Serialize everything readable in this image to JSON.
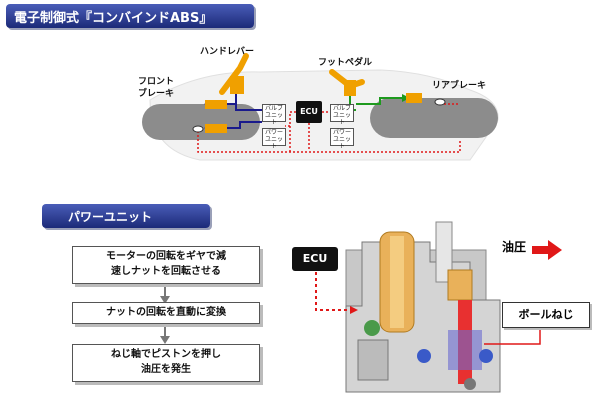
{
  "title": "電子制御式『コンバインドABS』",
  "diagram": {
    "hand_lever": "ハンドレバー",
    "foot_pedal": "フットペダル",
    "front_brake": [
      "フロント",
      "ブレーキ"
    ],
    "rear_brake": "リアブレーキ",
    "valve_unit": [
      "バルブ",
      "ユニット"
    ],
    "power_unit_small": [
      "パワー",
      "ユニット"
    ],
    "ecu": "ECU"
  },
  "power_unit": {
    "heading": "パワーユニット",
    "steps": [
      [
        "モーターの回転をギヤで減",
        "速しナットを回転させる"
      ],
      [
        "ナットの回転を直動に変換"
      ],
      [
        "ねじ軸でピストンを押し",
        "油圧を発生"
      ]
    ],
    "ecu": "ECU",
    "oil_pressure": "油圧",
    "ball_screw": "ボールねじ"
  },
  "colors": {
    "title_bg": "#1b2a78",
    "hydraulic_orange": "#f0a000",
    "signal_red": "#e01818",
    "front_line": "#1a1a8c",
    "rear_line": "#1e9a1e"
  }
}
